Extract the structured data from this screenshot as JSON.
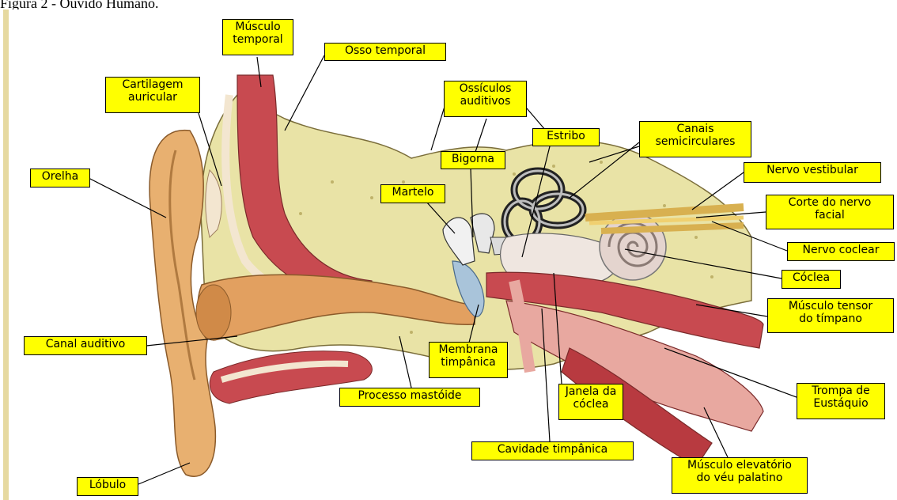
{
  "caption": "Figura 2 - Ouvido Humano.",
  "labels": {
    "musculo_temporal": "Músculo\ntemporal",
    "osso_temporal": "Osso temporal",
    "cartilagem_auricular": "Cartilagem\nauricular",
    "ossiculos_auditivos": "Ossículos\nauditivos",
    "estribo": "Estribo",
    "canais_semicirculares": "Canais\nsemicirculares",
    "bigorna": "Bigorna",
    "orelha": "Orelha",
    "nervo_vestibular": "Nervo vestibular",
    "martelo": "Martelo",
    "corte_nervo_facial": "Corte do nervo\nfacial",
    "nervo_coclear": "Nervo coclear",
    "coclea": "Cóclea",
    "musculo_tensor": "Músculo tensor\ndo tímpano",
    "canal_auditivo": "Canal auditivo",
    "membrana_timpanica": "Membrana\ntimpânica",
    "trompa_eustaquio": "Trompa de\nEustáquio",
    "janela_coclea": "Janela da\ncóclea",
    "processo_mastoide": "Processo mastóide",
    "cavidade_timpanica": "Cavidade timpânica",
    "musculo_elevatorio": "Músculo elevatório\ndo véu palatino",
    "lobulo": "Lóbulo"
  },
  "colors": {
    "label_bg": "#ffff00",
    "bone": "#e9e3a6",
    "skin": "#e8b070",
    "muscle": "#c84a50",
    "cartilage": "#f3e6d0",
    "membrane": "#a9c4da"
  }
}
